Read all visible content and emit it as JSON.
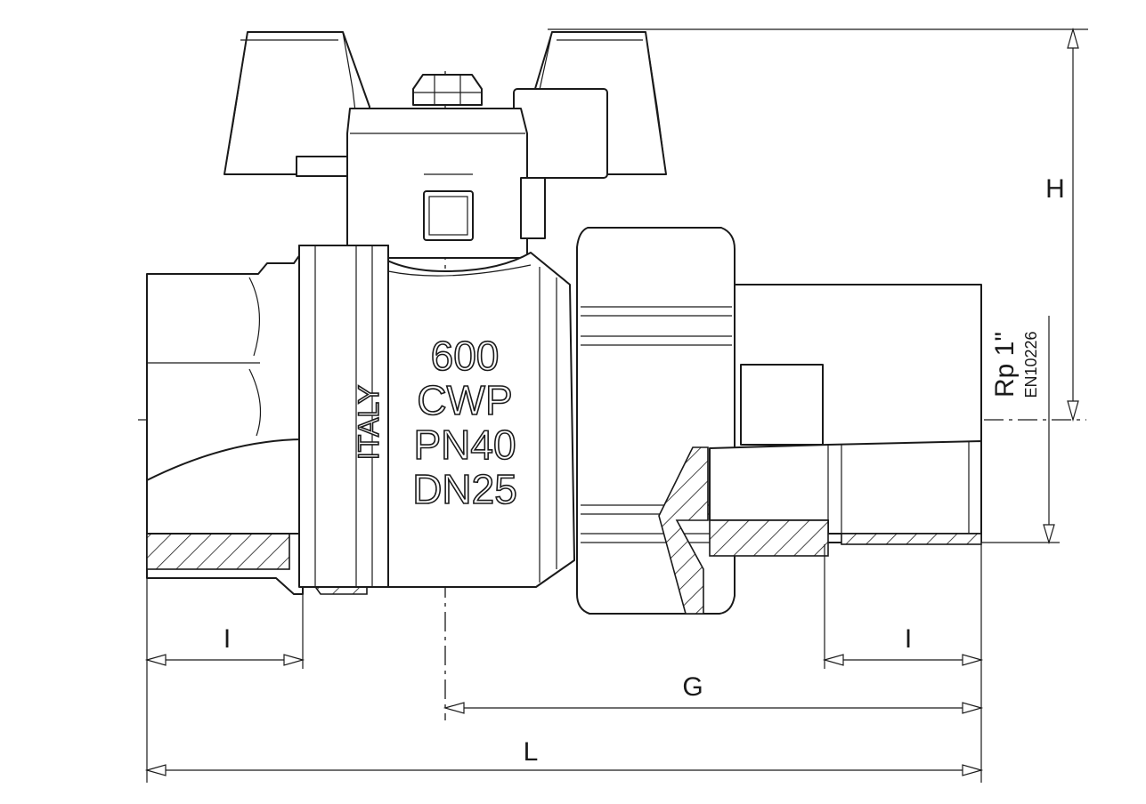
{
  "marking": {
    "line1": "600",
    "line2": "CWP",
    "line3": "PN40",
    "line4": "DN25",
    "origin": "ITALY"
  },
  "thread": {
    "size": "Rp 1\"",
    "standard": "EN10226"
  },
  "dimensions": {
    "height": "H",
    "length": "L",
    "centre_to_end": "G",
    "thread_length_left": "I",
    "thread_length_right": "I"
  }
}
